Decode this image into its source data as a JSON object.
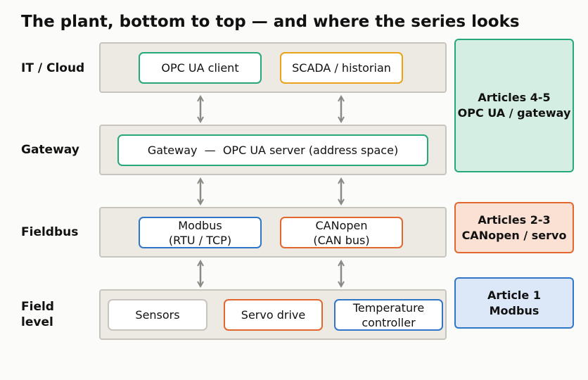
{
  "title": "The plant, bottom to top — and where the series looks",
  "layers": {
    "it_cloud": {
      "label": "IT / Cloud"
    },
    "gateway": {
      "label": "Gateway"
    },
    "fieldbus": {
      "label": "Fieldbus"
    },
    "field": {
      "label_line1": "Field",
      "label_line2": "level"
    }
  },
  "nodes": {
    "opc_client": "OPC UA client",
    "scada": "SCADA / historian",
    "gateway_server": "Gateway  —  OPC UA server (address space)",
    "modbus_line1": "Modbus",
    "modbus_line2": "(RTU / TCP)",
    "canopen_line1": "CANopen",
    "canopen_line2": "(CAN bus)",
    "sensors": "Sensors",
    "servo": "Servo drive",
    "temp_line1": "Temperature",
    "temp_line2": "controller"
  },
  "articles": {
    "opc": {
      "line1": "Articles 4-5",
      "line2": "OPC UA / gateway"
    },
    "canopen": {
      "line1": "Articles 2-3",
      "line2": "CANopen / servo"
    },
    "modbus": {
      "line1": "Article 1",
      "line2": "Modbus"
    }
  },
  "colors": {
    "green": "#27a87a",
    "amber": "#e9a21a",
    "blue": "#2f76c9",
    "orange": "#e2672f",
    "band": "#edeae4",
    "arrow": "#8a8a84"
  }
}
